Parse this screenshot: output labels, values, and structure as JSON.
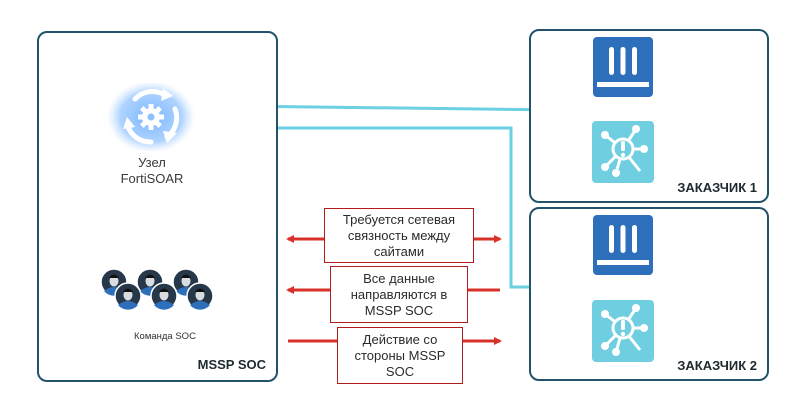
{
  "mssp": {
    "title": "MSSP SOC",
    "node_label_line1": "Узел",
    "node_label_line2": "FortiSOAR",
    "team_label": "Команда SOC",
    "node_icon": "cycle-gear-icon",
    "team_icon": "user-group-icon",
    "team_member_count": 6
  },
  "customers": [
    {
      "title": "ЗАКАЗЧИК 1",
      "icons": [
        "firewall-icon",
        "siem-alert-icon"
      ]
    },
    {
      "title": "ЗАКАЗЧИК 2",
      "icons": [
        "firewall-icon",
        "siem-alert-icon"
      ]
    }
  ],
  "notes": [
    {
      "line1": "Требуется сетевая",
      "line2": "связность между",
      "line3": "сайтами",
      "arrows": "both"
    },
    {
      "line1": "Все данные",
      "line2": "направляются в",
      "line3": "MSSP SOC",
      "arrows": "left"
    },
    {
      "line1": "Действие со",
      "line2": "стороны MSSP",
      "line3": "SOC",
      "arrows": "right"
    }
  ],
  "colors": {
    "panel_border": "#23536b",
    "connector": "#6ad0e2",
    "note_border": "#b01c1c",
    "arrow": "#d9302a",
    "firewall": "#2d6fbb",
    "siem": "#6fcfe0"
  }
}
